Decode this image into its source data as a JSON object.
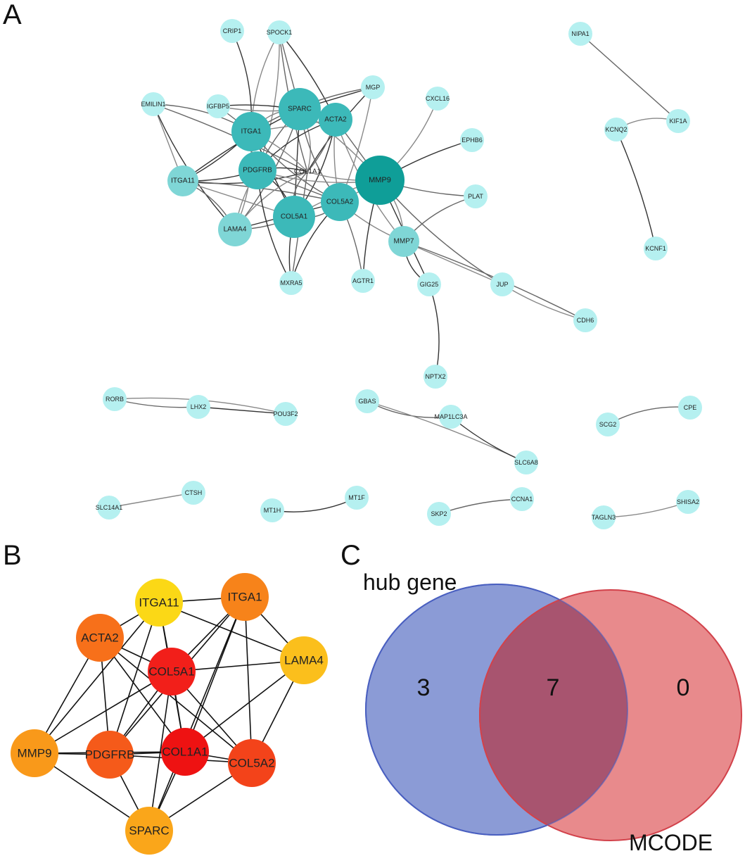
{
  "panels": {
    "a": {
      "label": "A"
    },
    "b": {
      "label": "B"
    },
    "c": {
      "label": "C"
    }
  },
  "colors": {
    "light_node": "#b5f0f0",
    "mid_node": "#7fd6d6",
    "dark_node": "#3cb9b9",
    "darkest_node": "#0f9e98",
    "edge": "#555555",
    "hub_red": "#ee1d1d",
    "hub_orange_red": "#f43e16",
    "hub_orange": "#f76a16",
    "hub_amber": "#f99d16",
    "hub_yellow": "#fbc016",
    "venn_left": "#8b9bd6",
    "venn_left_stroke": "#4a5fc0",
    "venn_right": "#e88a8c",
    "venn_right_stroke": "#d2424b",
    "venn_overlap": "#a8546f"
  },
  "network_a": {
    "nodes": [
      {
        "id": "CRIP1",
        "label": "CRIP1",
        "tier": "light"
      },
      {
        "id": "SPOCK1",
        "label": "SPOCK1",
        "tier": "light"
      },
      {
        "id": "NIPA1",
        "label": "NIPA1",
        "tier": "light"
      },
      {
        "id": "MGP",
        "label": "MGP",
        "tier": "light"
      },
      {
        "id": "EMILIN1",
        "label": "EMILIN1",
        "tier": "light"
      },
      {
        "id": "IGFBP5",
        "label": "IGFBP5",
        "tier": "light"
      },
      {
        "id": "SPARC",
        "label": "SPARC",
        "tier": "dark"
      },
      {
        "id": "CXCL16",
        "label": "CXCL16",
        "tier": "light"
      },
      {
        "id": "ACTA2",
        "label": "ACTA2",
        "tier": "dark"
      },
      {
        "id": "ITGA1",
        "label": "ITGA1",
        "tier": "dark"
      },
      {
        "id": "KIF1A",
        "label": "KIF1A",
        "tier": "light"
      },
      {
        "id": "KCNQ2",
        "label": "KCNQ2",
        "tier": "light"
      },
      {
        "id": "EPHB6",
        "label": "EPHB6",
        "tier": "light"
      },
      {
        "id": "COL1A1",
        "label": "COL1A1",
        "tier": "label-only"
      },
      {
        "id": "ITGA11",
        "label": "ITGA11",
        "tier": "mid"
      },
      {
        "id": "PDGFRB",
        "label": "PDGFRB",
        "tier": "dark"
      },
      {
        "id": "MMP9",
        "label": "MMP9",
        "tier": "darkest"
      },
      {
        "id": "PLAT",
        "label": "PLAT",
        "tier": "light"
      },
      {
        "id": "COL5A2",
        "label": "COL5A2",
        "tier": "dark"
      },
      {
        "id": "LAMA4",
        "label": "LAMA4",
        "tier": "mid"
      },
      {
        "id": "COL5A1",
        "label": "COL5A1",
        "tier": "dark"
      },
      {
        "id": "MMP7",
        "label": "MMP7",
        "tier": "mid"
      },
      {
        "id": "KCNF1",
        "label": "KCNF1",
        "tier": "light"
      },
      {
        "id": "MXRA5",
        "label": "MXRA5",
        "tier": "light"
      },
      {
        "id": "AGTR1",
        "label": "AGTR1",
        "tier": "light"
      },
      {
        "id": "GIG25",
        "label": "GIG25",
        "tier": "light"
      },
      {
        "id": "JUP",
        "label": "JUP",
        "tier": "light"
      },
      {
        "id": "CDH6",
        "label": "CDH6",
        "tier": "light"
      },
      {
        "id": "NPTX2",
        "label": "NPTX2",
        "tier": "light"
      },
      {
        "id": "RORB",
        "label": "RORB",
        "tier": "light"
      },
      {
        "id": "LHX2",
        "label": "LHX2",
        "tier": "light"
      },
      {
        "id": "POU3F2",
        "label": "POU3F2",
        "tier": "light"
      },
      {
        "id": "GBAS",
        "label": "GBAS",
        "tier": "light"
      },
      {
        "id": "MAP1LC3A",
        "label": "MAP1LC3A",
        "tier": "light"
      },
      {
        "id": "SLC6A8",
        "label": "SLC6A8",
        "tier": "light"
      },
      {
        "id": "SCG2",
        "label": "SCG2",
        "tier": "light"
      },
      {
        "id": "CPE",
        "label": "CPE",
        "tier": "light"
      },
      {
        "id": "CTSH",
        "label": "CTSH",
        "tier": "light"
      },
      {
        "id": "SLC14A1",
        "label": "SLC14A1",
        "tier": "light"
      },
      {
        "id": "MT1F",
        "label": "MT1F",
        "tier": "light"
      },
      {
        "id": "MT1H",
        "label": "MT1H",
        "tier": "light"
      },
      {
        "id": "CCNA1",
        "label": "CCNA1",
        "tier": "light"
      },
      {
        "id": "SKP2",
        "label": "SKP2",
        "tier": "light"
      },
      {
        "id": "SHISA2",
        "label": "SHISA2",
        "tier": "light"
      },
      {
        "id": "TAGLN3",
        "label": "TAGLN3",
        "tier": "light"
      }
    ],
    "edges": [
      [
        "CRIP1",
        "ITGA1"
      ],
      [
        "SPOCK1",
        "SPARC"
      ],
      [
        "SPOCK1",
        "ITGA1"
      ],
      [
        "SPOCK1",
        "ACTA2"
      ],
      [
        "SPOCK1",
        "COL1A1"
      ],
      [
        "SPOCK1",
        "PDGFRB"
      ],
      [
        "MGP",
        "SPARC"
      ],
      [
        "MGP",
        "ITGA1"
      ],
      [
        "MGP",
        "COL5A2"
      ],
      [
        "MGP",
        "COL1A1"
      ],
      [
        "EMILIN1",
        "ITGA1"
      ],
      [
        "EMILIN1",
        "ITGA11"
      ],
      [
        "EMILIN1",
        "LAMA4"
      ],
      [
        "EMILIN1",
        "COL1A1"
      ],
      [
        "IGFBP5",
        "SPARC"
      ],
      [
        "IGFBP5",
        "ACTA2"
      ],
      [
        "IGFBP5",
        "ITGA1"
      ],
      [
        "SPARC",
        "ITGA1"
      ],
      [
        "SPARC",
        "ACTA2"
      ],
      [
        "SPARC",
        "PDGFRB"
      ],
      [
        "SPARC",
        "COL1A1"
      ],
      [
        "SPARC",
        "COL5A1"
      ],
      [
        "SPARC",
        "COL5A2"
      ],
      [
        "SPARC",
        "MMP9"
      ],
      [
        "SPARC",
        "ITGA11"
      ],
      [
        "SPARC",
        "LAMA4"
      ],
      [
        "ACTA2",
        "ITGA1"
      ],
      [
        "ACTA2",
        "PDGFRB"
      ],
      [
        "ACTA2",
        "COL1A1"
      ],
      [
        "ACTA2",
        "COL5A2"
      ],
      [
        "ACTA2",
        "COL5A1"
      ],
      [
        "ACTA2",
        "MMP9"
      ],
      [
        "ACTA2",
        "MMP7"
      ],
      [
        "ITGA1",
        "ITGA11"
      ],
      [
        "ITGA1",
        "PDGFRB"
      ],
      [
        "ITGA1",
        "LAMA4"
      ],
      [
        "ITGA1",
        "COL5A1"
      ],
      [
        "ITGA1",
        "COL5A2"
      ],
      [
        "ITGA1",
        "COL1A1"
      ],
      [
        "ITGA11",
        "PDGFRB"
      ],
      [
        "ITGA11",
        "LAMA4"
      ],
      [
        "ITGA11",
        "COL5A1"
      ],
      [
        "ITGA11",
        "COL1A1"
      ],
      [
        "ITGA11",
        "COL5A2"
      ],
      [
        "PDGFRB",
        "LAMA4"
      ],
      [
        "PDGFRB",
        "COL5A1"
      ],
      [
        "PDGFRB",
        "COL5A2"
      ],
      [
        "PDGFRB",
        "MMP9"
      ],
      [
        "PDGFRB",
        "COL1A1"
      ],
      [
        "LAMA4",
        "COL5A1"
      ],
      [
        "LAMA4",
        "COL1A1"
      ],
      [
        "LAMA4",
        "COL5A2"
      ],
      [
        "COL5A1",
        "COL5A2"
      ],
      [
        "COL5A1",
        "MMP9"
      ],
      [
        "COL5A1",
        "MXRA5"
      ],
      [
        "COL5A1",
        "COL1A1"
      ],
      [
        "COL5A2",
        "MMP9"
      ],
      [
        "COL5A2",
        "MXRA5"
      ],
      [
        "COL5A2",
        "AGTR1"
      ],
      [
        "COL5A2",
        "MMP7"
      ],
      [
        "MXRA5",
        "PDGFRB"
      ],
      [
        "MXRA5",
        "COL1A1"
      ],
      [
        "MMP9",
        "CXCL16"
      ],
      [
        "MMP9",
        "EPHB6"
      ],
      [
        "MMP9",
        "PLAT"
      ],
      [
        "MMP9",
        "MMP7"
      ],
      [
        "MMP9",
        "GIG25"
      ],
      [
        "MMP9",
        "JUP"
      ],
      [
        "MMP9",
        "COL1A1"
      ],
      [
        "MMP9",
        "AGTR1"
      ],
      [
        "MMP7",
        "PLAT"
      ],
      [
        "MMP7",
        "JUP"
      ],
      [
        "MMP7",
        "GIG25"
      ],
      [
        "MMP7",
        "CDH6"
      ],
      [
        "JUP",
        "CDH6"
      ],
      [
        "GIG25",
        "NPTX2"
      ],
      [
        "NIPA1",
        "KIF1A"
      ],
      [
        "KIF1A",
        "KCNQ2"
      ],
      [
        "KCNQ2",
        "KCNF1"
      ],
      [
        "RORB",
        "LHX2"
      ],
      [
        "RORB",
        "POU3F2"
      ],
      [
        "LHX2",
        "POU3F2"
      ],
      [
        "GBAS",
        "MAP1LC3A"
      ],
      [
        "GBAS",
        "SLC6A8"
      ],
      [
        "MAP1LC3A",
        "SLC6A8"
      ],
      [
        "SCG2",
        "CPE"
      ],
      [
        "SLC14A1",
        "CTSH"
      ],
      [
        "MT1H",
        "MT1F"
      ],
      [
        "SKP2",
        "CCNA1"
      ],
      [
        "TAGLN3",
        "SHISA2"
      ]
    ]
  },
  "network_b": {
    "nodes": [
      {
        "id": "ITGA11",
        "label": "ITGA11",
        "color": "#fbd816"
      },
      {
        "id": "ITGA1",
        "label": "ITGA1",
        "color": "#f7831a"
      },
      {
        "id": "ACTA2",
        "label": "ACTA2",
        "color": "#f7701a"
      },
      {
        "id": "COL5A1",
        "label": "COL5A1",
        "color": "#f21f1a"
      },
      {
        "id": "LAMA4",
        "label": "LAMA4",
        "color": "#fbbf1c"
      },
      {
        "id": "MMP9",
        "label": "MMP9",
        "color": "#f9991a"
      },
      {
        "id": "PDGFRB",
        "label": "PDGFRB",
        "color": "#f55a1a"
      },
      {
        "id": "COL1A1",
        "label": "COL1A1",
        "color": "#ee1212"
      },
      {
        "id": "COL5A2",
        "label": "COL5A2",
        "color": "#f3431a"
      },
      {
        "id": "SPARC",
        "label": "SPARC",
        "color": "#faa61a"
      }
    ],
    "edges": [
      [
        "ITGA11",
        "ITGA1"
      ],
      [
        "ITGA11",
        "ACTA2"
      ],
      [
        "ITGA11",
        "LAMA4"
      ],
      [
        "ITGA11",
        "COL5A1"
      ],
      [
        "ITGA11",
        "PDGFRB"
      ],
      [
        "ITGA11",
        "COL1A1"
      ],
      [
        "ITGA11",
        "MMP9"
      ],
      [
        "ITGA1",
        "COL5A1"
      ],
      [
        "ITGA1",
        "LAMA4"
      ],
      [
        "ITGA1",
        "PDGFRB"
      ],
      [
        "ITGA1",
        "COL1A1"
      ],
      [
        "ITGA1",
        "COL5A2"
      ],
      [
        "ITGA1",
        "SPARC"
      ],
      [
        "ACTA2",
        "COL5A1"
      ],
      [
        "ACTA2",
        "PDGFRB"
      ],
      [
        "ACTA2",
        "COL1A1"
      ],
      [
        "ACTA2",
        "MMP9"
      ],
      [
        "ACTA2",
        "COL5A2"
      ],
      [
        "COL5A1",
        "LAMA4"
      ],
      [
        "COL5A1",
        "PDGFRB"
      ],
      [
        "COL5A1",
        "COL1A1"
      ],
      [
        "COL5A1",
        "COL5A2"
      ],
      [
        "COL5A1",
        "SPARC"
      ],
      [
        "COL5A1",
        "MMP9"
      ],
      [
        "LAMA4",
        "COL1A1"
      ],
      [
        "LAMA4",
        "COL5A2"
      ],
      [
        "MMP9",
        "PDGFRB"
      ],
      [
        "MMP9",
        "COL1A1"
      ],
      [
        "MMP9",
        "SPARC"
      ],
      [
        "PDGFRB",
        "COL1A1"
      ],
      [
        "PDGFRB",
        "COL5A2"
      ],
      [
        "PDGFRB",
        "SPARC"
      ],
      [
        "COL1A1",
        "COL5A2"
      ],
      [
        "COL1A1",
        "SPARC"
      ],
      [
        "COL5A2",
        "SPARC"
      ]
    ]
  },
  "venn": {
    "sets": [
      {
        "name": "hub gene",
        "only": "3"
      },
      {
        "name": "MCODE",
        "only": "0"
      }
    ],
    "intersection": "7"
  }
}
